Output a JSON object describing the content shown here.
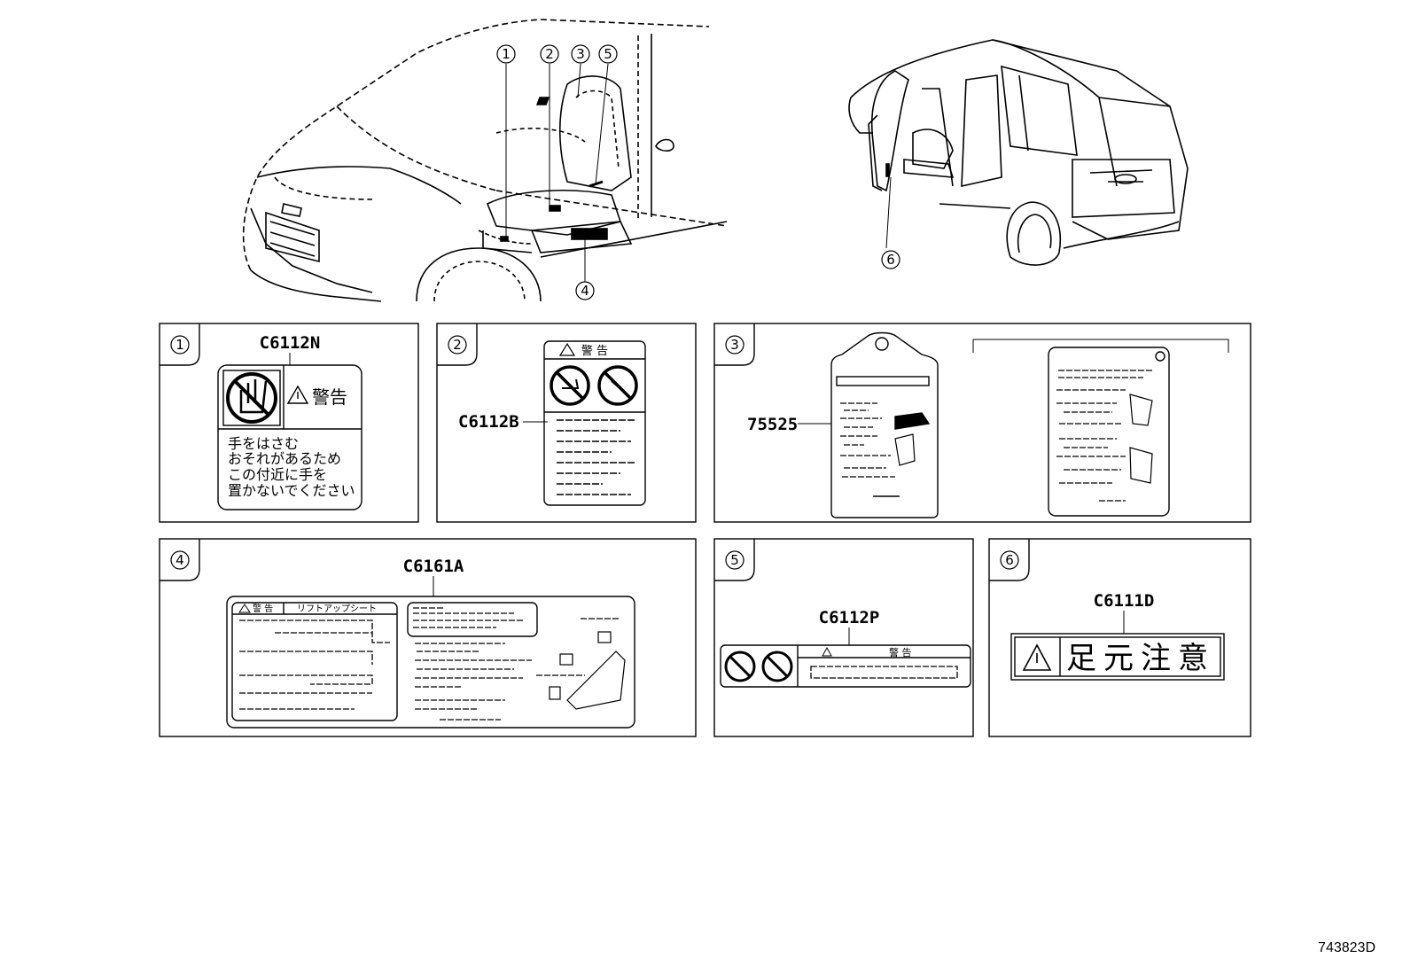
{
  "callouts": [
    "1",
    "2",
    "3",
    "4",
    "5",
    "6"
  ],
  "panels": [
    {
      "num": "1",
      "part": "C6112N",
      "warn": "警告",
      "lines": [
        "手をはさむ",
        "おそれがあるため",
        "この付近に手を",
        "置かないでください"
      ]
    },
    {
      "num": "2",
      "part": "C6112B",
      "warn": "警 告"
    },
    {
      "num": "3",
      "part": "75525"
    },
    {
      "num": "4",
      "part": "C6161A",
      "warn": "警 告",
      "title": "リフトアップシート"
    },
    {
      "num": "5",
      "part": "C6112P",
      "warn": "警 告"
    },
    {
      "num": "6",
      "part": "C6111D",
      "text": "足元注意"
    }
  ],
  "figure_id": "743823D"
}
